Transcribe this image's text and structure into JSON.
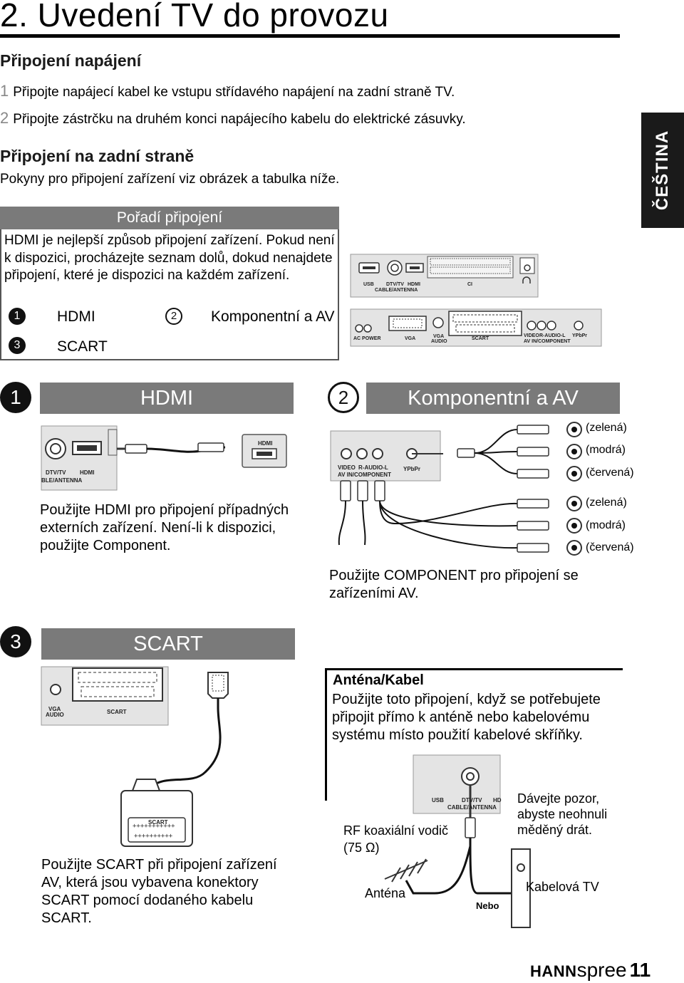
{
  "page": {
    "title": "2. Uvedení TV do provozu",
    "language_tab": "ČEŠTINA"
  },
  "power": {
    "heading": "Připojení napájení",
    "steps": [
      {
        "num": "1",
        "text": "Připojte napájecí kabel ke vstupu střídavého napájení na zadní straně TV."
      },
      {
        "num": "2",
        "text": "Připojte zástrčku na druhém konci napájecího kabelu do elektrické zásuvky."
      }
    ]
  },
  "rear": {
    "heading": "Připojení na zadní straně",
    "intro": "Pokyny pro připojení zařízení viz obrázek a tabulka níže."
  },
  "order": {
    "heading": "Pořadí připojení",
    "text": "HDMI je nejlepší způsob připojení zařízení. Pokud není k dispozici, procházejte seznam dolů, dokud nenajdete připojení, které je dispozici na každém zařízení.",
    "options": [
      {
        "num": "1",
        "label": "HDMI"
      },
      {
        "num": "2",
        "label": "Komponentní a AV"
      },
      {
        "num": "3",
        "label": "SCART"
      }
    ]
  },
  "panel_top": {
    "labels": [
      "USB",
      "DTV/TV",
      "CABLE/ANTENNA",
      "HDMI",
      "CI"
    ]
  },
  "panel_bottom": {
    "labels": [
      "AC POWER",
      "VGA",
      "VGA",
      "AUDIO",
      "SCART",
      "VIDEO",
      "R-AUDIO-L",
      "AV IN/COMPONENT",
      "YPbPr"
    ]
  },
  "hdmi": {
    "num": "1",
    "bar": "HDMI",
    "panel_labels": [
      "DTV/TV",
      "HDMI",
      "BLE/ANTENNA"
    ],
    "device_label": "HDMI",
    "text": "Použijte HDMI pro připojení případných externích zařízení. Není-li k dispozici, použijte Component."
  },
  "component": {
    "num": "2",
    "bar": "Komponentní a AV",
    "panel_labels": [
      "VIDEO",
      "R-AUDIO-L",
      "AV IN/COMPONENT",
      "YPbPr"
    ],
    "colors_top": [
      "(zelená)",
      "(modrá)",
      "(červená)"
    ],
    "colors_bottom": [
      "(zelená)",
      "(modrá)",
      "(červená)"
    ],
    "text": "Použijte COMPONENT pro připojení se zařízeními AV."
  },
  "scart": {
    "num": "3",
    "bar": "SCART",
    "panel_labels": [
      "VGA",
      "AUDIO",
      "SCART"
    ],
    "plug_label": "SCART",
    "text": "Použijte SCART při připojení zařízení AV, která jsou vybavena konektory SCART pomocí dodaného kabelu SCART."
  },
  "antenna": {
    "heading": "Anténa/Kabel",
    "text": "Použijte toto připojení, když se potřebujete připojit přímo k anténě nebo kabelovému systému místo použití kabelové skříňky.",
    "panel_labels": [
      "USB",
      "DTV/TV",
      "CABLE/ANTENNA",
      "HD"
    ],
    "rf_label": "RF koaxiální vodič (75 Ω)",
    "antenna_label": "Anténa",
    "or_label": "Nebo",
    "cable_label": "Kabelová TV",
    "warning": "Dávejte pozor, abyste neohnuli měděný drát."
  },
  "footer": {
    "brand_bold": "HANN",
    "brand_light": "spree",
    "page_number": "11"
  }
}
